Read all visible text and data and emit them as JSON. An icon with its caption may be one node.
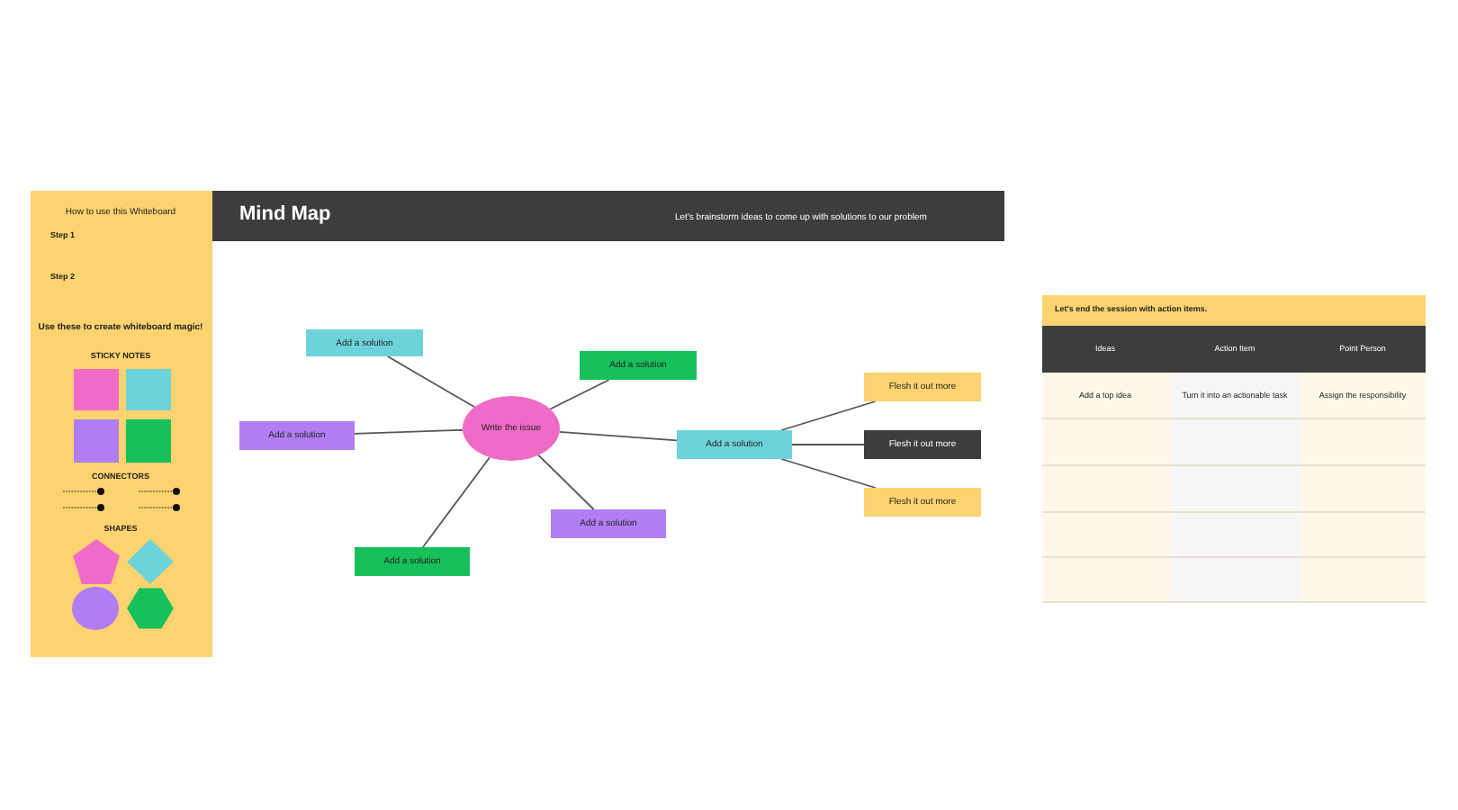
{
  "diagram": {
    "title": "Mind Map",
    "nodes": [
      {
        "text": [
          "Write the issue"
        ]
      },
      {
        "text": [
          "Add a solution"
        ]
      },
      {
        "text": [
          "Add a solution"
        ]
      },
      {
        "text": [
          "Add a solution"
        ]
      },
      {
        "text": [
          "Add a solution"
        ]
      },
      {
        "text": [
          "Add a solution"
        ]
      },
      {
        "text": [
          "Add a solution"
        ]
      },
      {
        "text": [
          "Flesh it out more"
        ]
      },
      {
        "text": [
          "Flesh it out more"
        ]
      },
      {
        "text": [
          "Flesh it out more"
        ]
      },
      {
        "text": [],
        "shape": "box"
      },
      {
        "text": [],
        "shape": "box"
      },
      {
        "text": [],
        "shape": "box"
      },
      {
        "text": [],
        "shape": "box"
      },
      {
        "text": [],
        "shape": "pentagon"
      },
      {
        "text": [],
        "shape": "diamond"
      },
      {
        "text": [],
        "shape": "circle"
      },
      {
        "text": [],
        "shape": "hexagon"
      }
    ],
    "edges": [
      {
        "from": 0,
        "to": 1,
        "arrow": "none"
      },
      {
        "from": 0,
        "to": 2,
        "arrow": "none"
      },
      {
        "from": 0,
        "to": 3,
        "arrow": "none"
      },
      {
        "from": 0,
        "to": 4,
        "arrow": "none"
      },
      {
        "from": 0,
        "to": 5,
        "arrow": "none"
      },
      {
        "from": 0,
        "to": 6,
        "arrow": "none"
      },
      {
        "from": 4,
        "to": 7,
        "arrow": "none"
      },
      {
        "from": 4,
        "to": 8,
        "arrow": "none"
      },
      {
        "from": 4,
        "to": 9,
        "arrow": "none"
      }
    ],
    "labels": [
      "Let's brainstorm ideas to come up with solutions to our problem",
      "How to use this Whiteboard",
      "Step 1",
      "Step 2",
      "Use these to create whiteboard magic!",
      "STICKY NOTES",
      "CONNECTORS",
      "SHAPES",
      "Let's end the session with action items.",
      "Ideas",
      "Action Item",
      "Point Person",
      "Add a top idea",
      "Turn it into an actionable task",
      "Assign the responsibility"
    ]
  }
}
